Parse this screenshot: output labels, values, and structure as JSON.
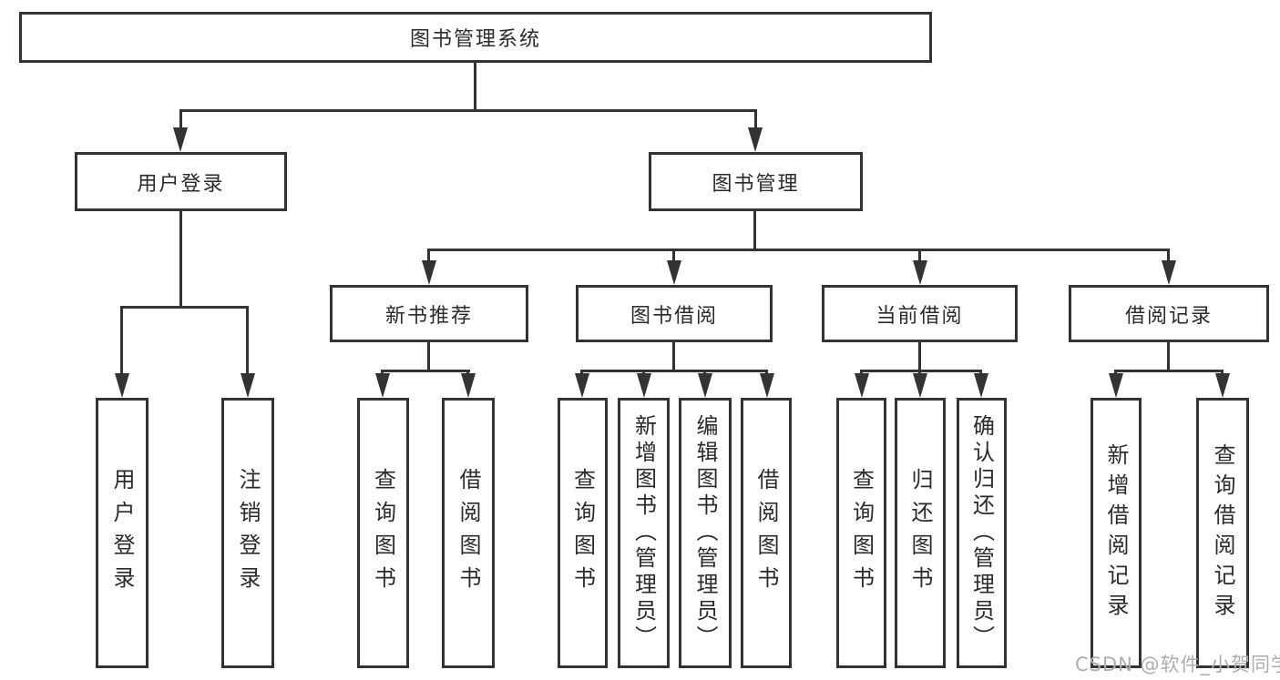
{
  "nodes": {
    "root": "图书管理系统",
    "user_login": "用户登录",
    "book_management": "图书管理",
    "new_book_recommend": "新书推荐",
    "book_borrow": "图书借阅",
    "current_borrow": "当前借阅",
    "borrow_records": "借阅记录",
    "leaf_user_login": "用户登录",
    "leaf_logout": "注销登录",
    "leaf_query_book_rec": "查询图书",
    "leaf_borrow_book_rec": "借阅图书",
    "leaf_query_book_borrow": "查询图书",
    "leaf_add_book_admin": "新增图书（管理员）",
    "leaf_edit_book_admin": "编辑图书（管理员）",
    "leaf_borrow_book_borrow": "借阅图书",
    "leaf_query_book_current": "查询图书",
    "leaf_return_book": "归还图书",
    "leaf_confirm_return_admin": "确认归还（管理员）",
    "leaf_add_borrow_record": "新增借阅记录",
    "leaf_query_borrow_record": "查询借阅记录"
  },
  "hierarchy": {
    "图书管理系统": {
      "用户登录": [
        "用户登录",
        "注销登录"
      ],
      "图书管理": {
        "新书推荐": [
          "查询图书",
          "借阅图书"
        ],
        "图书借阅": [
          "查询图书",
          "新增图书（管理员）",
          "编辑图书（管理员）",
          "借阅图书"
        ],
        "当前借阅": [
          "查询图书",
          "归还图书",
          "确认归还（管理员）"
        ],
        "借阅记录": [
          "新增借阅记录",
          "查询借阅记录"
        ]
      }
    }
  },
  "watermark": "CSDN @软件_小贺同学",
  "colors": {
    "background": "#ffffff",
    "box_border": "#333333",
    "line": "#333333",
    "text": "#2b2b2b",
    "watermark": "#aeaeae"
  }
}
